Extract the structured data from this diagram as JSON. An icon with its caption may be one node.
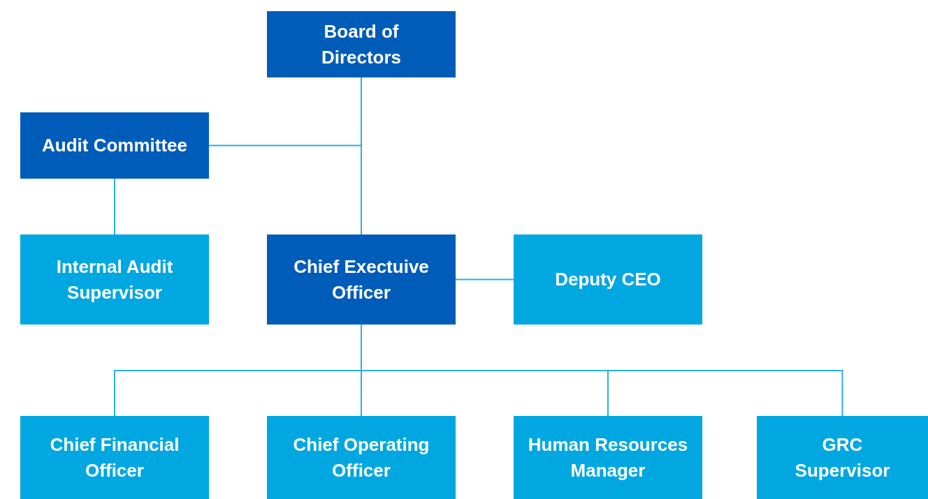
{
  "diagram": {
    "nodes": [
      {
        "text": [
          "Board of Directors"
        ]
      },
      {
        "text": [
          "Audit Committee"
        ]
      },
      {
        "text": [
          "Internal Audit Supervisor"
        ]
      },
      {
        "text": [
          "Chief Exectuive Officer"
        ]
      },
      {
        "text": [
          "Deputy CEO"
        ]
      },
      {
        "text": [
          "Chief Financial Officer"
        ]
      },
      {
        "text": [
          "Chief Operating Officer"
        ]
      },
      {
        "text": [
          "Human Resources Manager"
        ]
      },
      {
        "text": [
          "GRC Supervisor"
        ]
      }
    ],
    "edges": [
      {
        "from": 0,
        "to": 3,
        "arrow": "none"
      },
      {
        "from": 0,
        "to": 1,
        "arrow": "none"
      },
      {
        "from": 1,
        "to": 2,
        "arrow": "none"
      },
      {
        "from": 3,
        "to": 4,
        "arrow": "none"
      },
      {
        "from": 3,
        "to": 5,
        "arrow": "none"
      },
      {
        "from": 3,
        "to": 6,
        "arrow": "none"
      },
      {
        "from": 3,
        "to": 7,
        "arrow": "none"
      },
      {
        "from": 3,
        "to": 8,
        "arrow": "none"
      }
    ]
  }
}
